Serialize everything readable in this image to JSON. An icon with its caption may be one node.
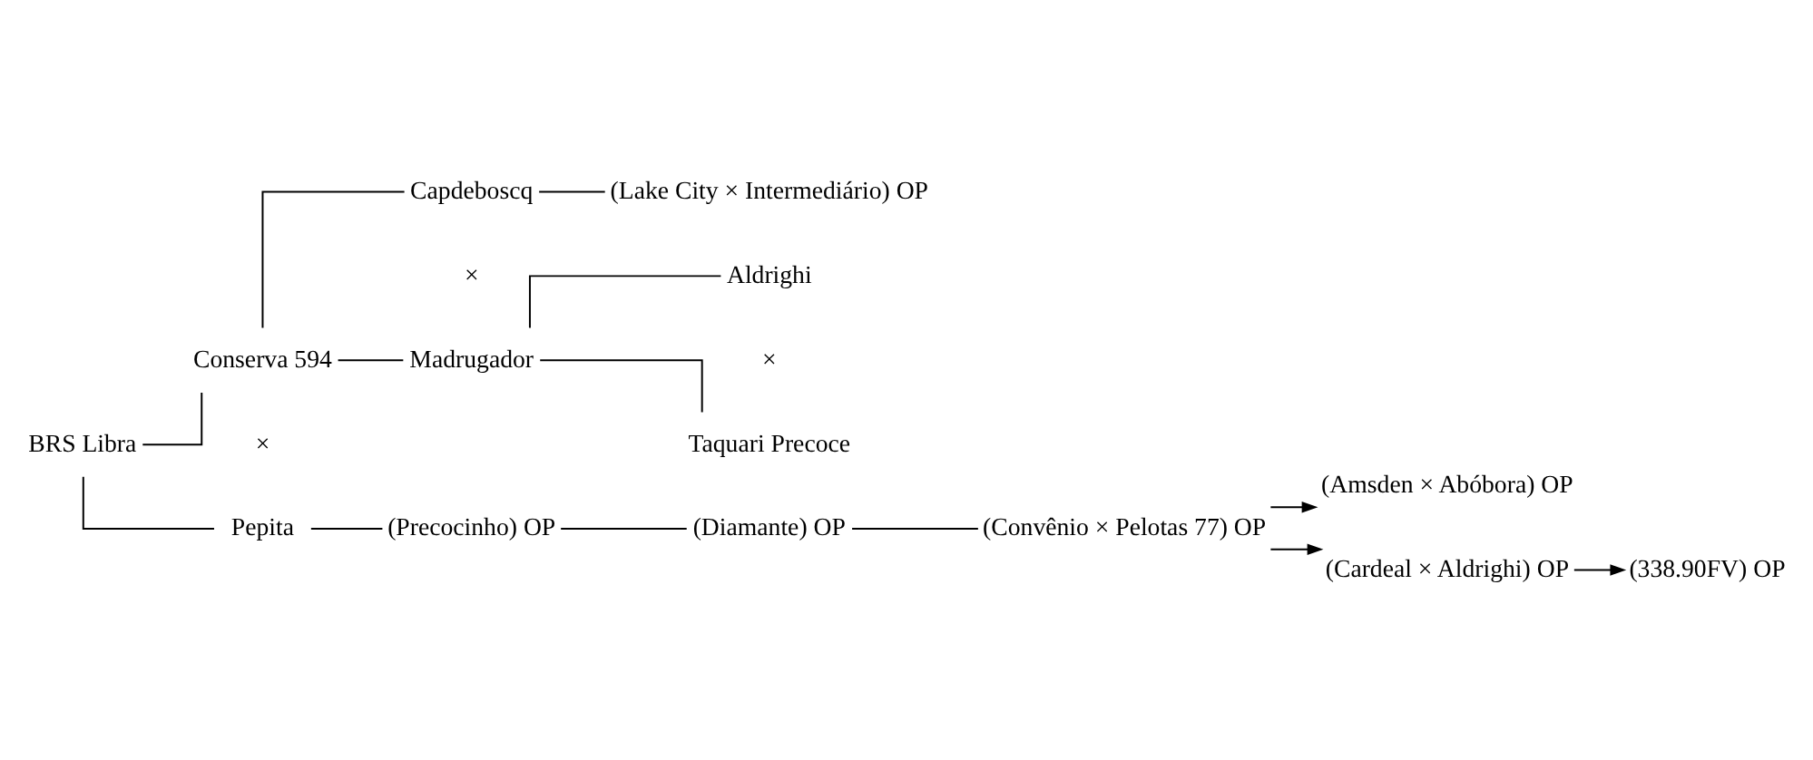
{
  "diagram": {
    "nodes": [
      {
        "text": [
          "BRS Libra"
        ]
      },
      {
        "text": [
          "Conserva 594"
        ]
      },
      {
        "text": [
          "Pepita"
        ]
      },
      {
        "text": [
          "Capdeboscq"
        ]
      },
      {
        "text": [
          "Madrugador"
        ]
      },
      {
        "text": [
          "(Lake City × Intermediário) OP"
        ]
      },
      {
        "text": [
          "Aldrighi"
        ]
      },
      {
        "text": [
          "Taquari Precoce"
        ]
      },
      {
        "text": [
          "(Precocinho) OP"
        ]
      },
      {
        "text": [
          "(Diamante) OP"
        ]
      },
      {
        "text": [
          "(Convênio × Pelotas 77) OP"
        ]
      },
      {
        "text": [
          "(Amsden × Abóbora) OP"
        ]
      },
      {
        "text": [
          "(Cardeal × Aldrighi) OP"
        ]
      },
      {
        "text": [
          "(338.90FV) OP"
        ]
      }
    ],
    "edges": [
      {
        "from": 0,
        "to": 1,
        "arrow": "none"
      },
      {
        "from": 0,
        "to": 2,
        "arrow": "none"
      },
      {
        "from": 1,
        "to": 3,
        "arrow": "none"
      },
      {
        "from": 1,
        "to": 4,
        "arrow": "none"
      },
      {
        "from": 3,
        "to": 5,
        "arrow": "none"
      },
      {
        "from": 4,
        "to": 6,
        "arrow": "none"
      },
      {
        "from": 4,
        "to": 7,
        "arrow": "none"
      },
      {
        "from": 2,
        "to": 8,
        "arrow": "none"
      },
      {
        "from": 8,
        "to": 9,
        "arrow": "none"
      },
      {
        "from": 9,
        "to": 10,
        "arrow": "none"
      },
      {
        "from": 10,
        "to": 11,
        "arrow": "to"
      },
      {
        "from": 10,
        "to": 12,
        "arrow": "to"
      },
      {
        "from": 12,
        "to": 13,
        "arrow": "to"
      }
    ],
    "labels": [
      "×",
      "×",
      "×"
    ]
  }
}
